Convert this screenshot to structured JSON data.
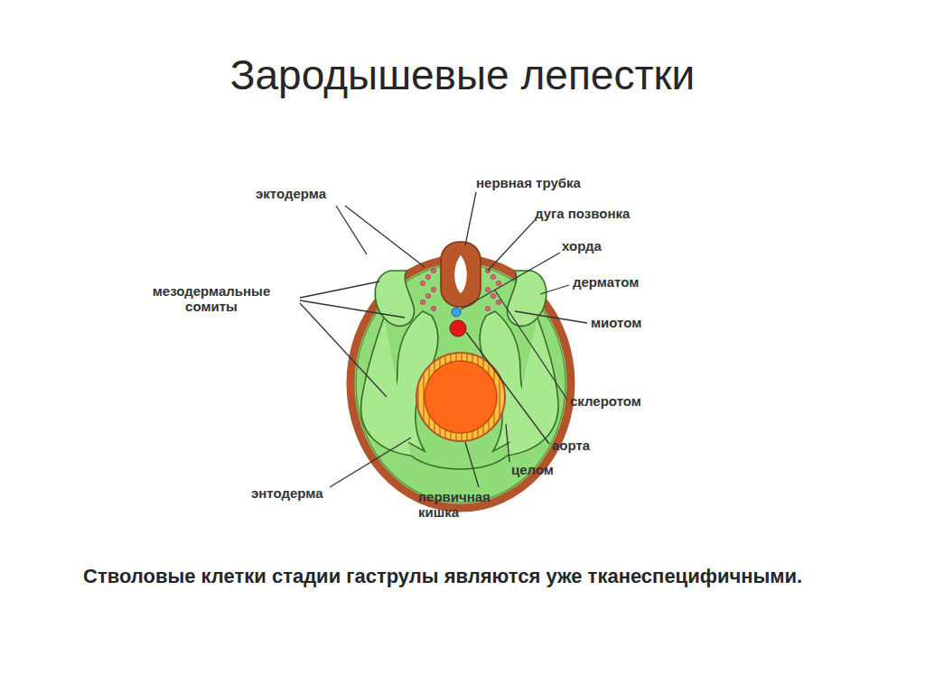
{
  "diagram": {
    "title": "Зародышевые лепестки",
    "caption": "Стволовые клетки стадии гаструлы являются уже тканеспецифичными.",
    "labels": [
      "эктодерма",
      "нервная трубка",
      "дуга позвонка",
      "хорда",
      "мезодермальные сомиты",
      "дерматом",
      "миотом",
      "склеротом",
      "аорта",
      "целом",
      "энтодерма",
      "первичная кишка"
    ]
  }
}
